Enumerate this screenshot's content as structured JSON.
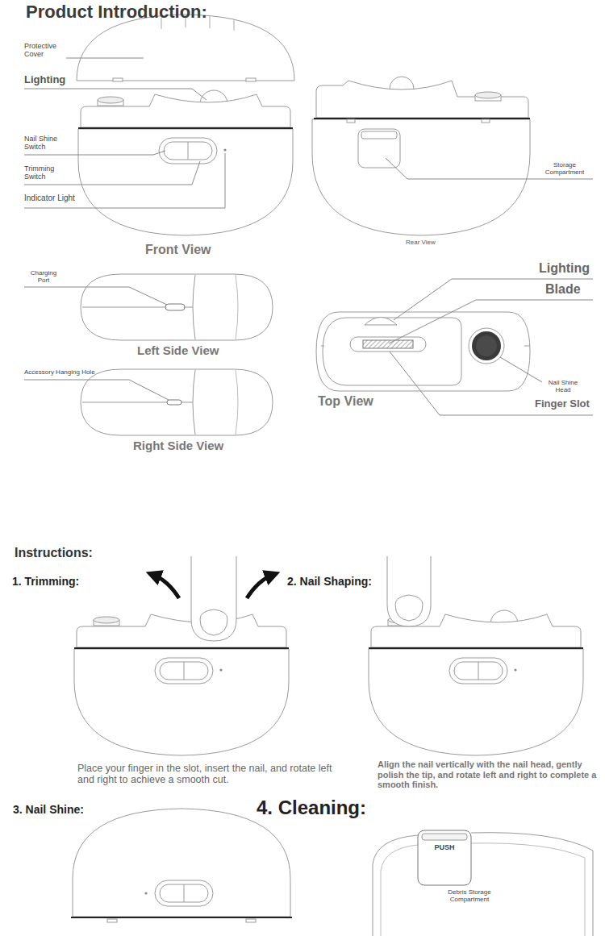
{
  "diagram": {
    "title": "Product Introduction:",
    "labels": [
      "Protective Cover",
      "Lighting",
      "Nail Shine Switch",
      "Trimming Switch",
      "Indicator Light",
      "Front View",
      "Storage Compartment",
      "Rear View",
      "Charging Port",
      "Left Side View",
      "Accessory Hanging Hole",
      "Right Side View",
      "Lighting",
      "Blade",
      "Nail Shine Head",
      "Top View",
      "Finger Slot",
      "Instructions:",
      "1. Trimming:",
      "2. Nail Shaping:",
      "Place your finger in the slot, insert the nail, and rotate left and right to achieve a smooth cut.",
      "Align the nail vertically with the nail head, gently polish the tip, and rotate left and right to complete a smooth finish.",
      "3. Nail Shine:",
      "4. Cleaning:",
      "PUSH",
      "Debris Storage Compartment"
    ]
  }
}
